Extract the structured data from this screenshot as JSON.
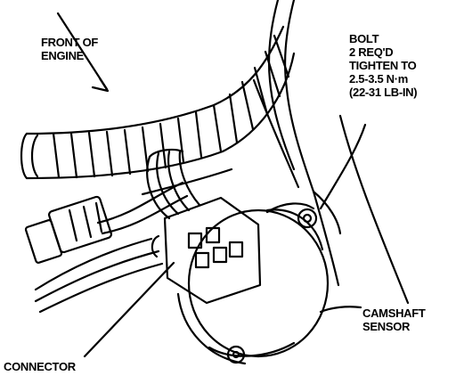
{
  "labels": {
    "front_of_engine": [
      "FRONT OF",
      "ENGINE"
    ],
    "bolt": [
      "BOLT",
      "2 REQ'D",
      "TIGHTEN TO",
      "2.5-3.5 N·m",
      "(22-31 LB-IN)"
    ],
    "camshaft_sensor": [
      "CAMSHAFT",
      "SENSOR"
    ],
    "connector": "CONNECTOR"
  },
  "colors": {
    "ink": "#000000",
    "paper": "#ffffff"
  }
}
